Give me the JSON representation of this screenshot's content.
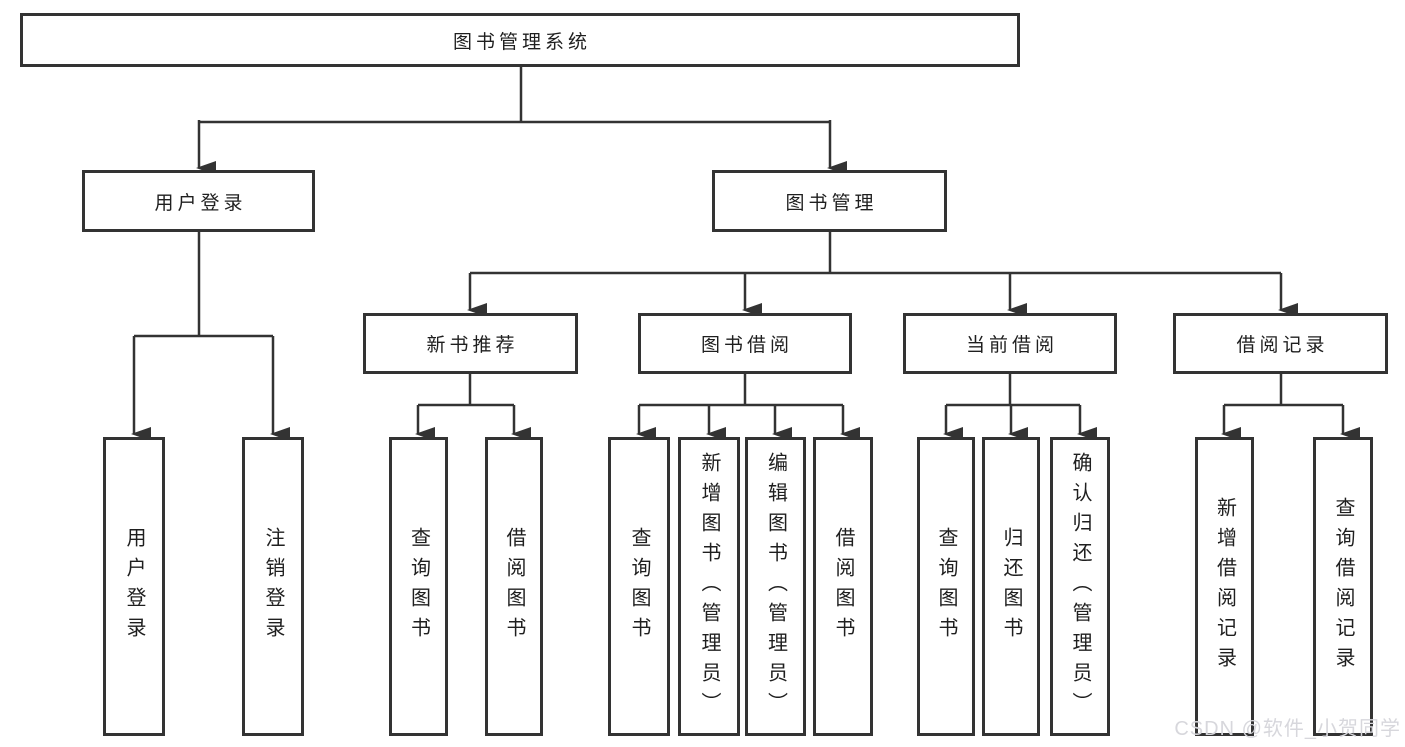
{
  "tree": {
    "root": "图书管理系统",
    "branches": [
      {
        "label": "用户登录",
        "children": [
          "用户登录",
          "注销登录"
        ]
      },
      {
        "label": "图书管理",
        "children": [
          {
            "label": "新书推荐",
            "children": [
              "查询图书",
              "借阅图书"
            ]
          },
          {
            "label": "图书借阅",
            "children": [
              "查询图书",
              "新增图书（管理员）",
              "编辑图书（管理员）",
              "借阅图书"
            ]
          },
          {
            "label": "当前借阅",
            "children": [
              "查询图书",
              "归还图书",
              "确认归还（管理员）"
            ]
          },
          {
            "label": "借阅记录",
            "children": [
              "新增借阅记录",
              "查询借阅记录"
            ]
          }
        ]
      }
    ]
  },
  "watermark": {
    "text": "CSDN @软件_小贺同学"
  },
  "colors": {
    "line": "#333333",
    "box_border": "#333333",
    "text": "#1f1f1f",
    "watermark": "#d7d7dc",
    "background": "#ffffff"
  }
}
